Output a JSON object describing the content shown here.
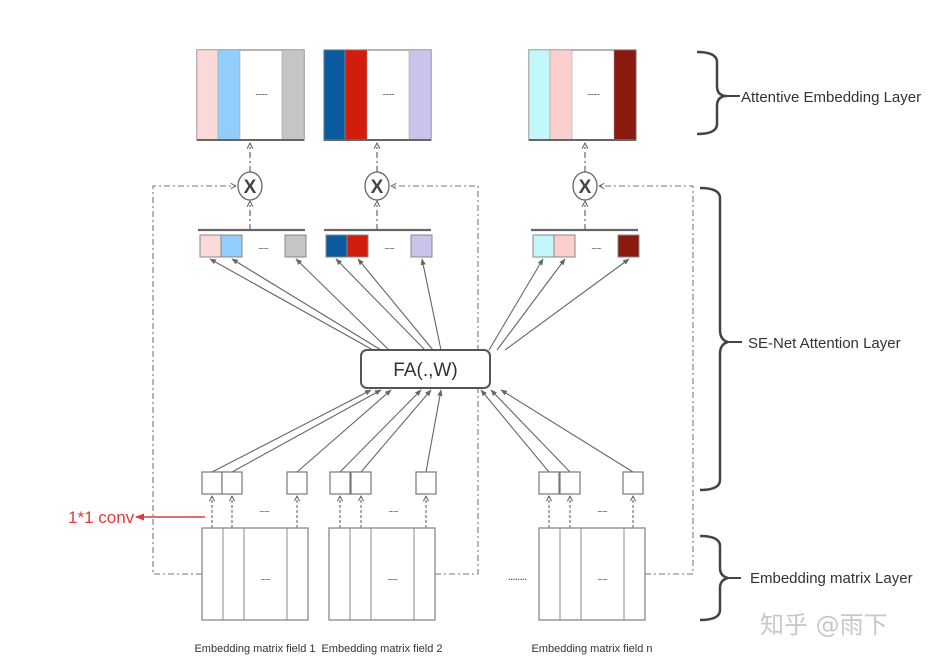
{
  "layers": {
    "attentive": "Attentive Embedding Layer",
    "senet": "SE-Net Attention Layer",
    "embedding": "Embedding matrix Layer"
  },
  "function_box": "FA(.,W)",
  "conv_annotation": "1*1 conv",
  "multiply_symbol": "X",
  "ellipsis": "........",
  "fields": [
    {
      "label": "Embedding matrix field 1",
      "colors": [
        "#fcd9d9",
        "#93cdfb",
        "#c4c5c7"
      ]
    },
    {
      "label": "Embedding matrix field 2",
      "colors": [
        "#0b5aa0",
        "#d21c0c",
        "#c9c4ec"
      ]
    },
    {
      "label": "Embedding matrix field n",
      "colors": [
        "#c3f8fb",
        "#fbcfcc",
        "#8b1a0e"
      ]
    }
  ],
  "watermark": "知乎 @雨下",
  "colors": {
    "accent_red": "#e03a3a",
    "line": "#555555"
  }
}
